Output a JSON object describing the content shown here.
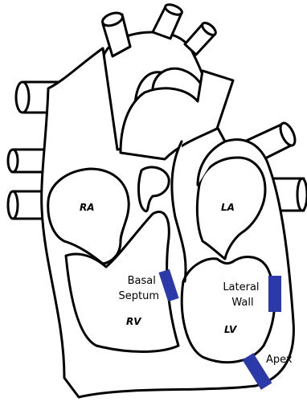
{
  "colors": {
    "marker": "#2b3aa8",
    "outline": "#000000",
    "background": "#ffffff"
  },
  "chambers": {
    "right_atrium": "RA",
    "left_atrium": "LA",
    "right_ventricle": "RV",
    "left_ventricle": "LV"
  },
  "regions": {
    "basal_septum": [
      "Basal",
      "Septum"
    ],
    "lateral_wall": [
      "Lateral",
      "Wall"
    ],
    "apex": "Apex"
  }
}
